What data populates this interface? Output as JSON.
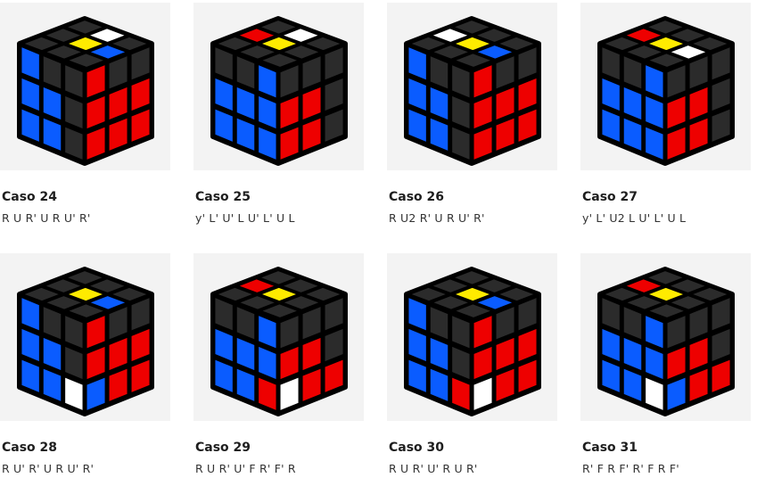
{
  "colors": {
    "dark": "#2b2b2b",
    "outline": "#000000",
    "yellow": "#ffeb00",
    "white": "#ffffff",
    "blue": "#0a5cff",
    "red": "#ee0000",
    "panel": "#f3f3f3"
  },
  "cases": [
    {
      "title": "Caso 24",
      "algorithm": "R U R' U R U' R'",
      "top": [
        "D",
        "W",
        "D",
        "D",
        "Y",
        "B",
        "D",
        "D",
        "D"
      ],
      "left": [
        "B",
        "D",
        "D",
        "B",
        "B",
        "D",
        "B",
        "B",
        "D"
      ],
      "right": [
        "R",
        "D",
        "D",
        "R",
        "R",
        "R",
        "R",
        "R",
        "R"
      ]
    },
    {
      "title": "Caso 25",
      "algorithm": "y' L' U' L U' L' U L",
      "top": [
        "D",
        "W",
        "D",
        "R",
        "Y",
        "D",
        "D",
        "D",
        "D"
      ],
      "left": [
        "D",
        "D",
        "B",
        "B",
        "B",
        "B",
        "B",
        "B",
        "B"
      ],
      "right": [
        "D",
        "D",
        "D",
        "R",
        "R",
        "D",
        "R",
        "R",
        "D"
      ]
    },
    {
      "title": "Caso 26",
      "algorithm": "R U2 R' U R U' R'",
      "top": [
        "D",
        "D",
        "D",
        "W",
        "Y",
        "B",
        "D",
        "D",
        "D"
      ],
      "left": [
        "B",
        "D",
        "D",
        "B",
        "B",
        "D",
        "B",
        "B",
        "D"
      ],
      "right": [
        "R",
        "D",
        "D",
        "R",
        "R",
        "R",
        "R",
        "R",
        "R"
      ]
    },
    {
      "title": "Caso 27",
      "algorithm": "y' L' U2 L U' L' U L",
      "top": [
        "D",
        "D",
        "D",
        "R",
        "Y",
        "W",
        "D",
        "D",
        "D"
      ],
      "left": [
        "D",
        "D",
        "B",
        "B",
        "B",
        "B",
        "B",
        "B",
        "B"
      ],
      "right": [
        "D",
        "D",
        "D",
        "R",
        "R",
        "D",
        "R",
        "R",
        "D"
      ]
    },
    {
      "title": "Caso 28",
      "algorithm": "R U' R' U R U' R'",
      "top": [
        "D",
        "D",
        "D",
        "D",
        "Y",
        "B",
        "D",
        "D",
        "D"
      ],
      "left": [
        "B",
        "D",
        "D",
        "B",
        "B",
        "D",
        "B",
        "B",
        "W"
      ],
      "right": [
        "R",
        "D",
        "D",
        "R",
        "R",
        "R",
        "B",
        "R",
        "R"
      ]
    },
    {
      "title": "Caso 29",
      "algorithm": "R U R' U' F R' F' R",
      "top": [
        "D",
        "D",
        "D",
        "R",
        "Y",
        "D",
        "D",
        "D",
        "D"
      ],
      "left": [
        "D",
        "D",
        "B",
        "B",
        "B",
        "B",
        "B",
        "B",
        "R"
      ],
      "right": [
        "D",
        "D",
        "D",
        "R",
        "R",
        "D",
        "W",
        "R",
        "R"
      ]
    },
    {
      "title": "Caso 30",
      "algorithm": "R U R' U' R U R'",
      "top": [
        "D",
        "D",
        "D",
        "D",
        "Y",
        "B",
        "D",
        "D",
        "D"
      ],
      "left": [
        "B",
        "D",
        "D",
        "B",
        "B",
        "D",
        "B",
        "B",
        "R"
      ],
      "right": [
        "R",
        "D",
        "D",
        "R",
        "R",
        "R",
        "W",
        "R",
        "R"
      ]
    },
    {
      "title": "Caso 31",
      "algorithm": "R' F R F' R' F R F'",
      "top": [
        "D",
        "D",
        "D",
        "R",
        "Y",
        "D",
        "D",
        "D",
        "D"
      ],
      "left": [
        "D",
        "D",
        "B",
        "B",
        "B",
        "B",
        "B",
        "B",
        "W"
      ],
      "right": [
        "D",
        "D",
        "D",
        "R",
        "R",
        "D",
        "B",
        "R",
        "R"
      ]
    }
  ]
}
